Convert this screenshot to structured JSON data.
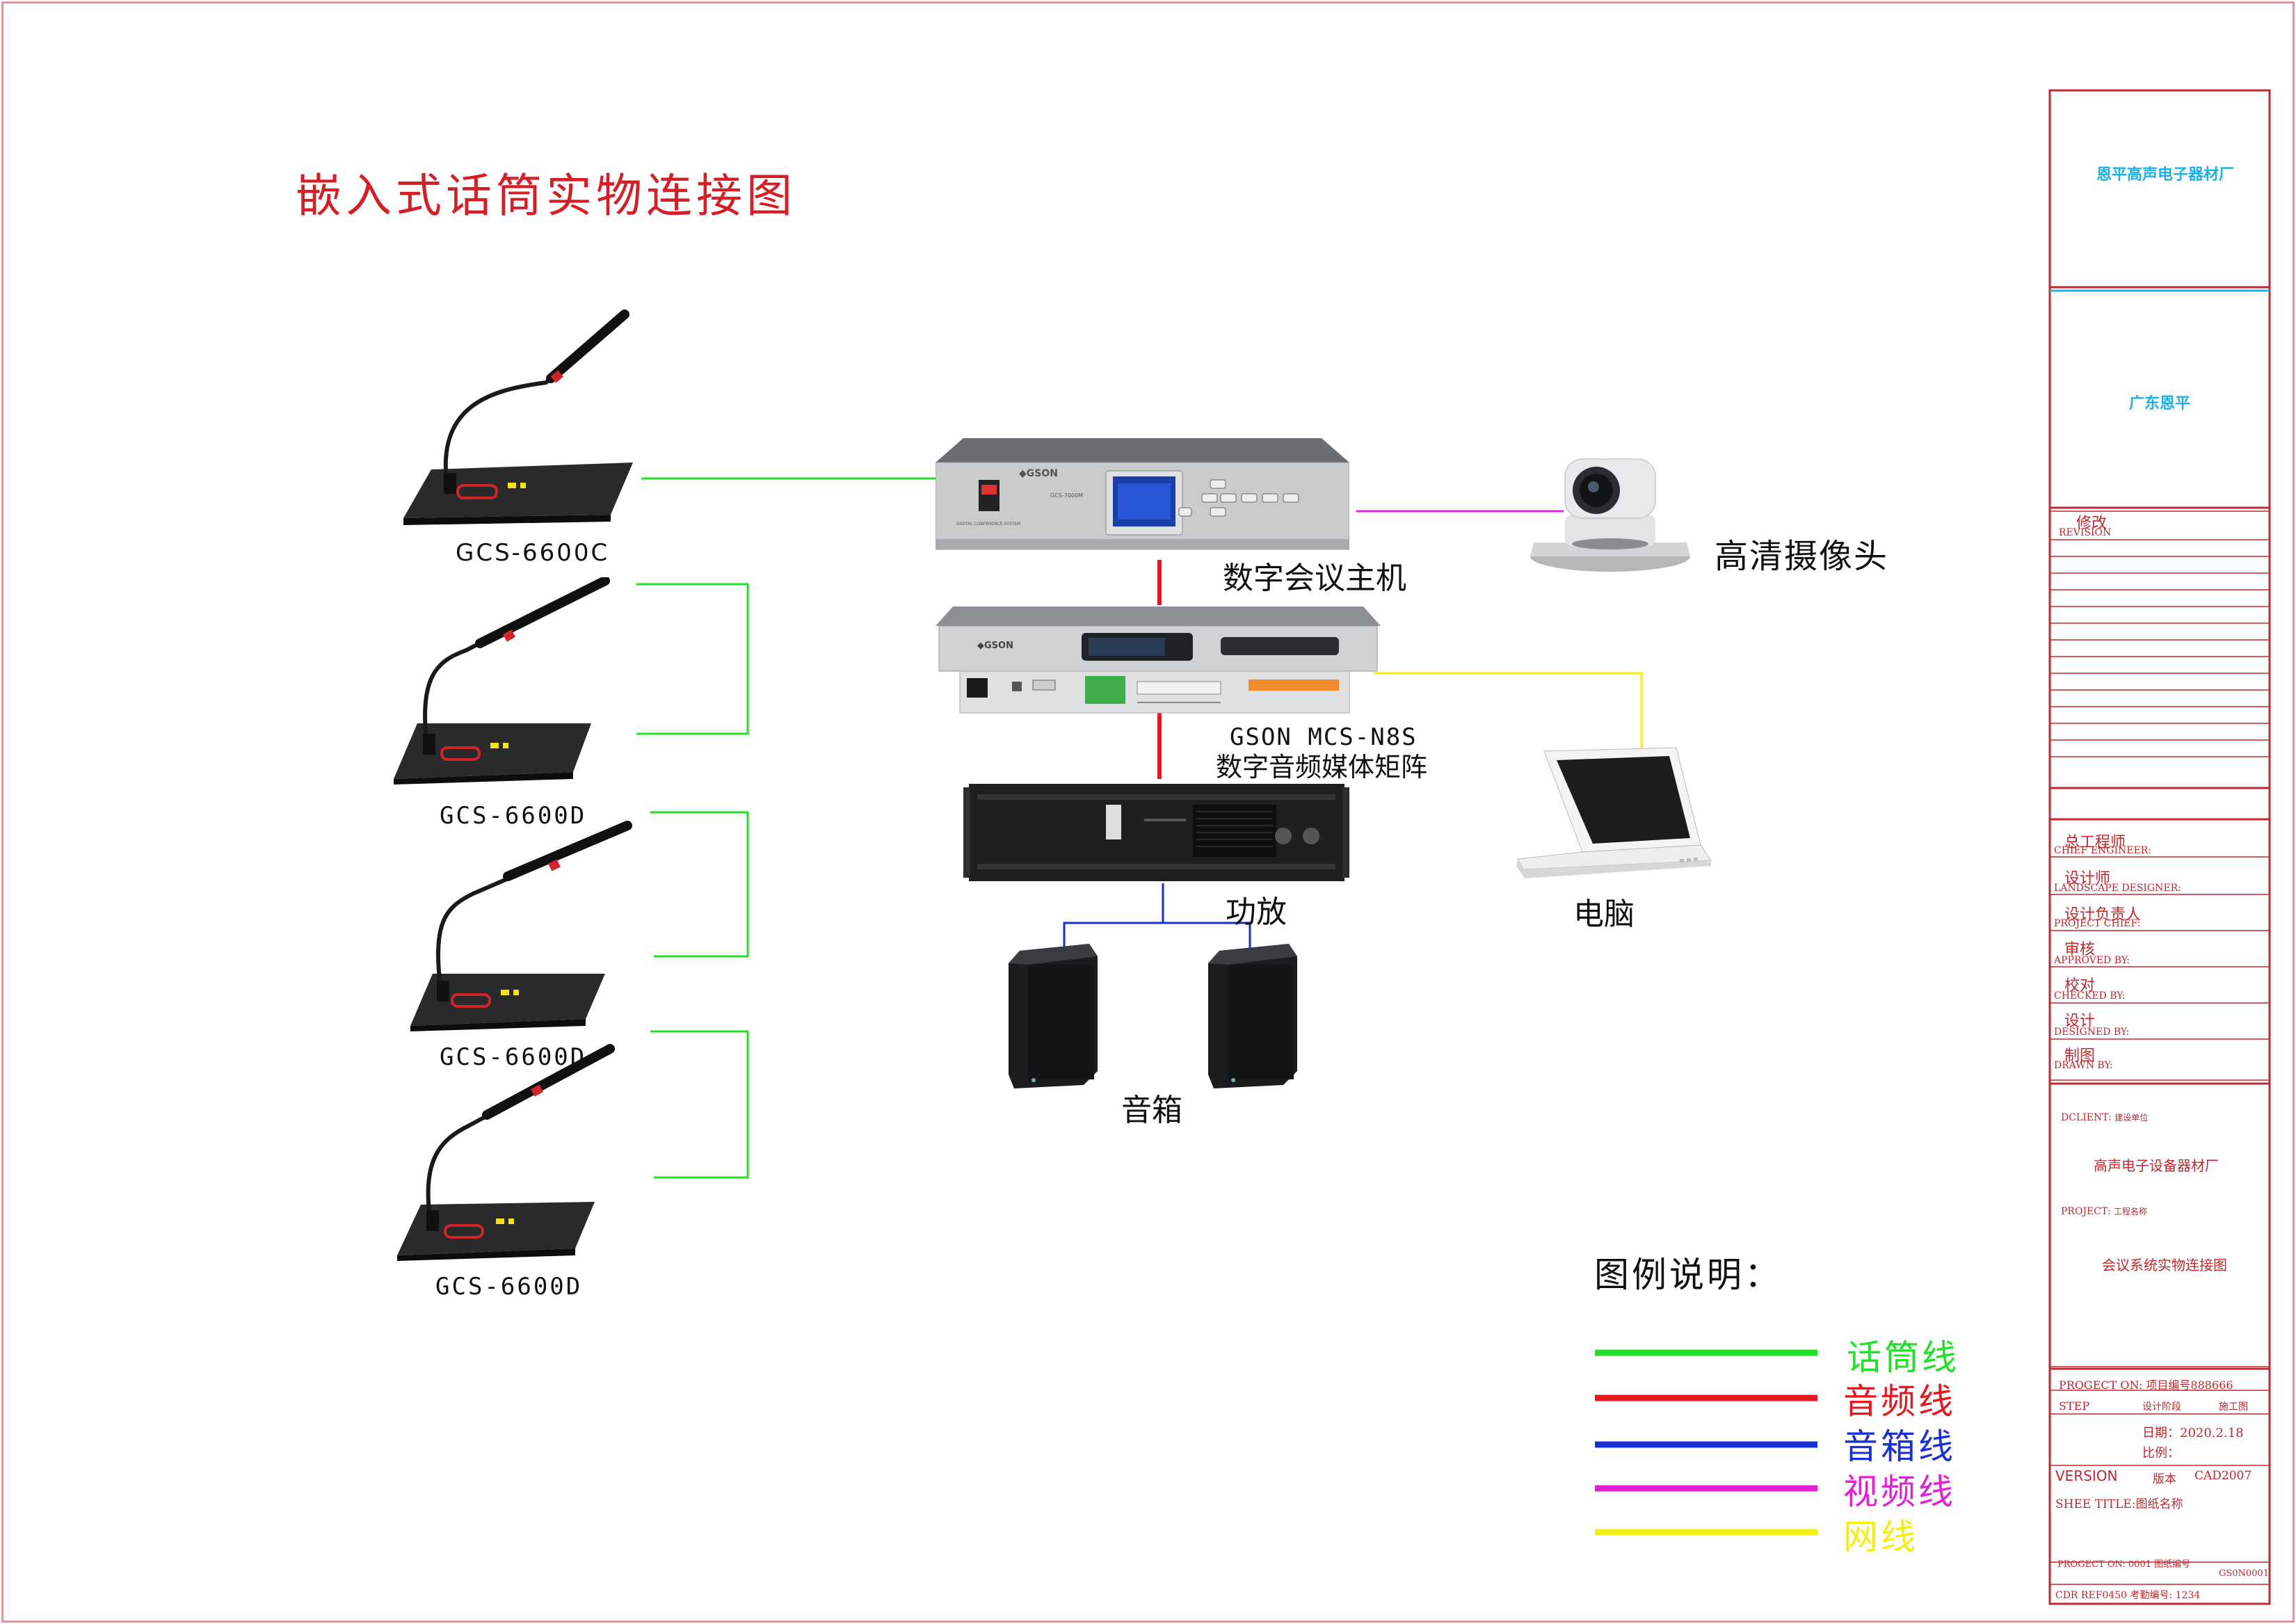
{
  "title": "嵌入式话筒实物连接图",
  "mics": [
    {
      "model": "GCS-6600C"
    },
    {
      "model": "GCS-6600D"
    },
    {
      "model": "GCS-6600D"
    },
    {
      "model": "GCS-6600D"
    }
  ],
  "devices": {
    "host": {
      "label": "数字会议主机",
      "panel_brand": "GSON",
      "panel_model": "GCS-7000M"
    },
    "matrix": {
      "brand_model": "GSON  MCS-N8S",
      "label": "数字音频媒体矩阵",
      "panel_brand": "GSON"
    },
    "amplifier": {
      "label": "功放"
    },
    "speakers": {
      "label": "音箱"
    },
    "camera": {
      "label": "高清摄像头"
    },
    "computer": {
      "label": "电脑"
    }
  },
  "legend": {
    "heading": "图例说明：",
    "items": [
      {
        "label": "话筒线",
        "color": "#22e02a"
      },
      {
        "label": "音频线",
        "color": "#e8161e"
      },
      {
        "label": "音箱线",
        "color": "#1a2fd6"
      },
      {
        "label": "视频线",
        "color": "#e51ed8"
      },
      {
        "label": "网线",
        "color": "#f4ef12"
      }
    ]
  },
  "title_block": {
    "company": "恩平高声电子器材厂",
    "location": "广东恩平",
    "revision_cn": "修改",
    "revision_en": "REVISION",
    "roles": [
      {
        "cn": "总工程师",
        "en": "CHIEF ENGINEER:"
      },
      {
        "cn": "设计师",
        "en": "LANDSCAPE DESIGNER:"
      },
      {
        "cn": "设计负责人",
        "en": "PROJECT CHIEF:"
      },
      {
        "cn": "审核",
        "en": "APPROVED BY:"
      },
      {
        "cn": "校对",
        "en": "CHECKED BY:"
      },
      {
        "cn": "设计",
        "en": "DESIGNED BY:"
      },
      {
        "cn": "制图",
        "en": "DRAWN BY:"
      }
    ],
    "client_label": "DCLIENT:",
    "client_cn": "建设单位",
    "client_name": "高声电子设备器材厂",
    "project_label": "PROJECT:",
    "project_cn": "工程名称",
    "project_name": "会议系统实物连接图",
    "project_no": "PROGECT ON: 项目编号888666",
    "step": "STEP",
    "step_design": "设计阶段",
    "step_stage": "施工图",
    "date": "日期：2020.2.18",
    "scale": "比例：",
    "version": "VERSION",
    "version_cn": "版本",
    "version_val": "CAD2007",
    "sheet_title": "SHEE TITLE:图纸名称",
    "drawing_no": "PROGECT ON: 0001 图纸编号",
    "drawing_code": "GS0N0001",
    "cdr_ref": "CDR REF0450 考勤编号: 1234"
  }
}
